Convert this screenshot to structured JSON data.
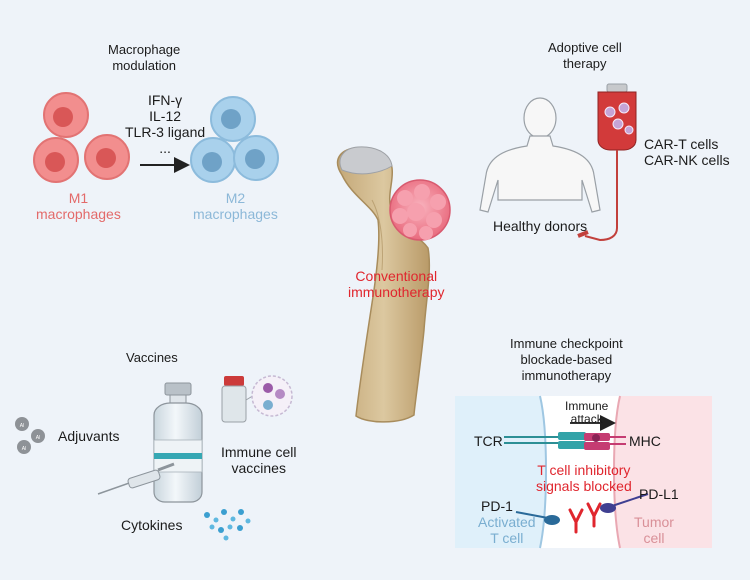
{
  "macrophage": {
    "title_line1": "Macrophage",
    "title_line2": "modulation",
    "stimuli": [
      "IFN-γ",
      "IL-12",
      "TLR-3 ligand",
      "..."
    ],
    "m1_line1": "M1",
    "m1_line2": "macrophages",
    "m2_line1": "M2",
    "m2_line2": "macrophages"
  },
  "adoptive": {
    "title_line1": "Adoptive cell",
    "title_line2": "therapy",
    "cells_line1": "CAR-T cells",
    "cells_line2": "CAR-NK cells",
    "donors": "Healthy donors"
  },
  "center": {
    "line1": "Conventional",
    "line2": "immunotherapy"
  },
  "vaccines": {
    "title": "Vaccines",
    "adjuvants": "Adjuvants",
    "adjuvant_bead": "Al",
    "immune_line1": "Immune cell",
    "immune_line2": "vaccines",
    "cytokines": "Cytokines"
  },
  "checkpoint": {
    "title_line1": "Immune checkpoint",
    "title_line2": "blockade-based",
    "title_line3": "immunotherapy",
    "attack_line1": "Immune",
    "attack_line2": "attack",
    "tcr": "TCR",
    "mhc": "MHC",
    "blocked_line1": "T cell inhibitory",
    "blocked_line2": "signals blocked",
    "pd1": "PD-1",
    "pdl1": "PD-L1",
    "activated_line1": "Activated",
    "activated_line2": "T cell",
    "tumor_line1": "Tumor",
    "tumor_line2": "cell"
  },
  "colors": {
    "m1": "#e36a6a",
    "m2": "#8cb8d8",
    "emphasis": "#e0262e",
    "background": "#eef3f9"
  }
}
